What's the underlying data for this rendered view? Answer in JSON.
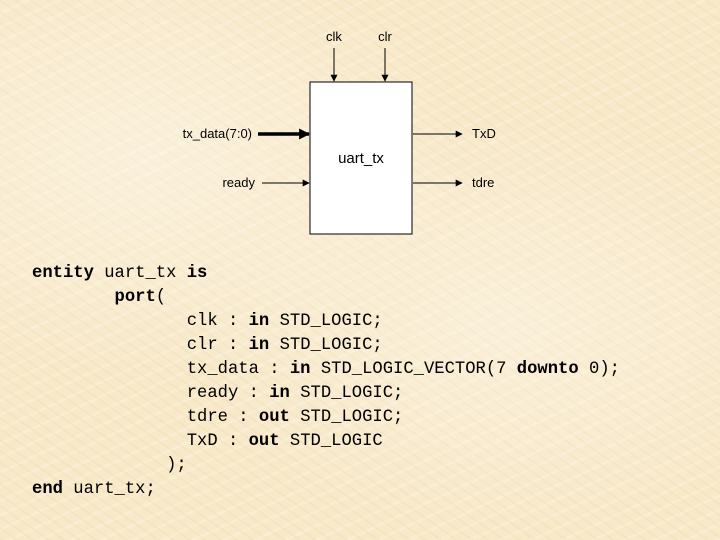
{
  "diagram": {
    "block_name": "uart_tx",
    "top_inputs": [
      "clk",
      "clr"
    ],
    "left_inputs": [
      "tx_data(7:0)",
      "ready"
    ],
    "right_outputs": [
      "TxD",
      "tdre"
    ],
    "colors": {
      "box_fill": "#ffffff",
      "stroke": "#000000"
    }
  },
  "code": {
    "lines": [
      [
        {
          "t": "entity",
          "kw": true
        },
        {
          "t": " uart_tx "
        },
        {
          "t": "is",
          "kw": true
        }
      ],
      [
        {
          "t": "        "
        },
        {
          "t": "port",
          "kw": true
        },
        {
          "t": "("
        }
      ],
      [
        {
          "t": "               clk : "
        },
        {
          "t": "in",
          "kw": true
        },
        {
          "t": " STD_LOGIC;"
        }
      ],
      [
        {
          "t": "               clr : "
        },
        {
          "t": "in",
          "kw": true
        },
        {
          "t": " STD_LOGIC;"
        }
      ],
      [
        {
          "t": "               tx_data : "
        },
        {
          "t": "in",
          "kw": true
        },
        {
          "t": " STD_LOGIC_VECTOR(7 "
        },
        {
          "t": "downto",
          "kw": true
        },
        {
          "t": " 0);"
        }
      ],
      [
        {
          "t": "               ready : "
        },
        {
          "t": "in",
          "kw": true
        },
        {
          "t": " STD_LOGIC;"
        }
      ],
      [
        {
          "t": "               tdre : "
        },
        {
          "t": "out",
          "kw": true
        },
        {
          "t": " STD_LOGIC;"
        }
      ],
      [
        {
          "t": "               TxD : "
        },
        {
          "t": "out",
          "kw": true
        },
        {
          "t": " STD_LOGIC"
        }
      ],
      [
        {
          "t": "             );"
        }
      ],
      [
        {
          "t": "end",
          "kw": true
        },
        {
          "t": " uart_tx;"
        }
      ]
    ]
  }
}
